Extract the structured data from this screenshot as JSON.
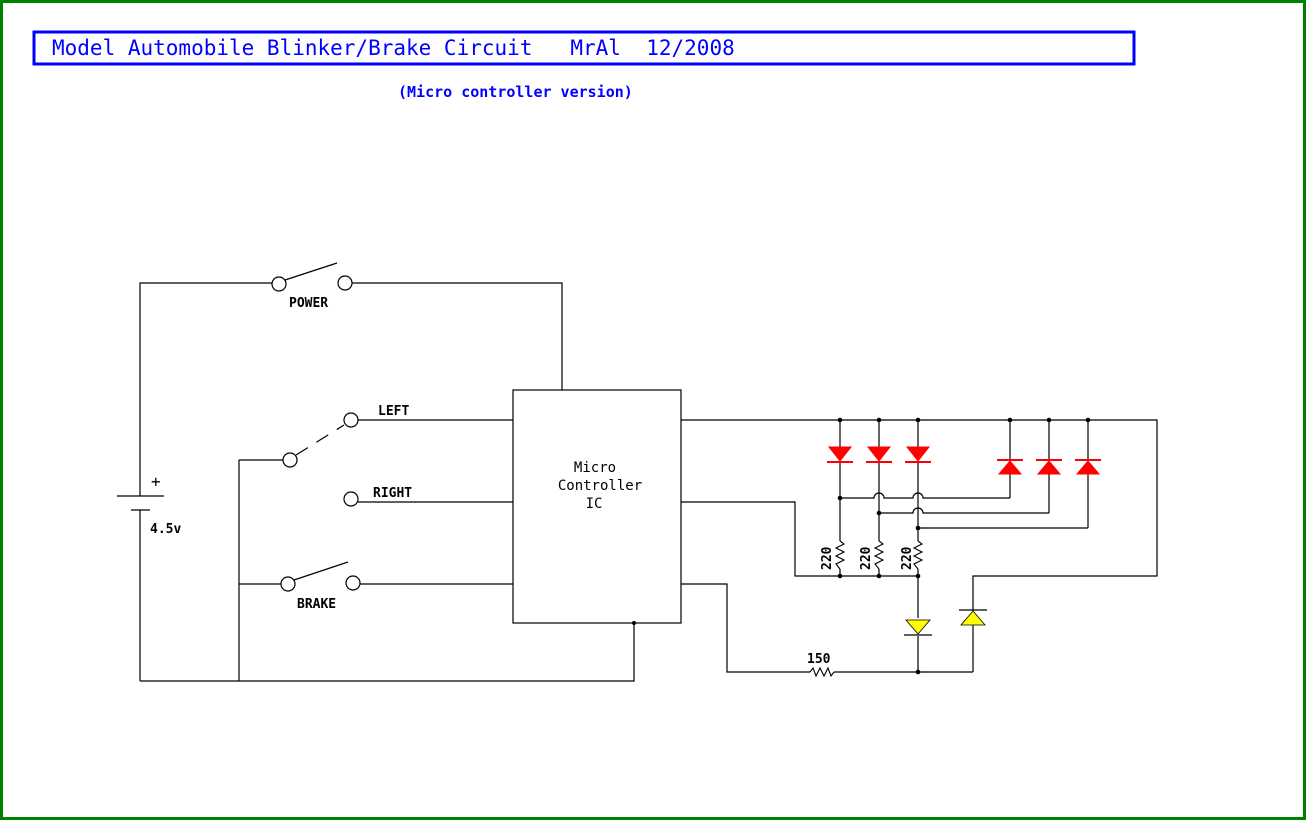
{
  "header": {
    "title": "Model Automobile Blinker/Brake Circuit   MrAl  12/2008",
    "subtitle": "(Micro controller version)"
  },
  "labels": {
    "power_switch": "POWER",
    "left_switch": "LEFT",
    "right_switch": "RIGHT",
    "brake_switch": "BRAKE",
    "battery_plus": "+",
    "battery_voltage": "4.5v",
    "ic_line1": "Micro",
    "ic_line2": "Controller",
    "ic_line3": "IC",
    "r1": "220",
    "r2": "220",
    "r3": "220",
    "r150": "150"
  },
  "colors": {
    "frame": "#008000",
    "title": "#0000ff",
    "red_led": "#ff0000",
    "yellow_led": "#ffff00",
    "wire": "#000000"
  }
}
